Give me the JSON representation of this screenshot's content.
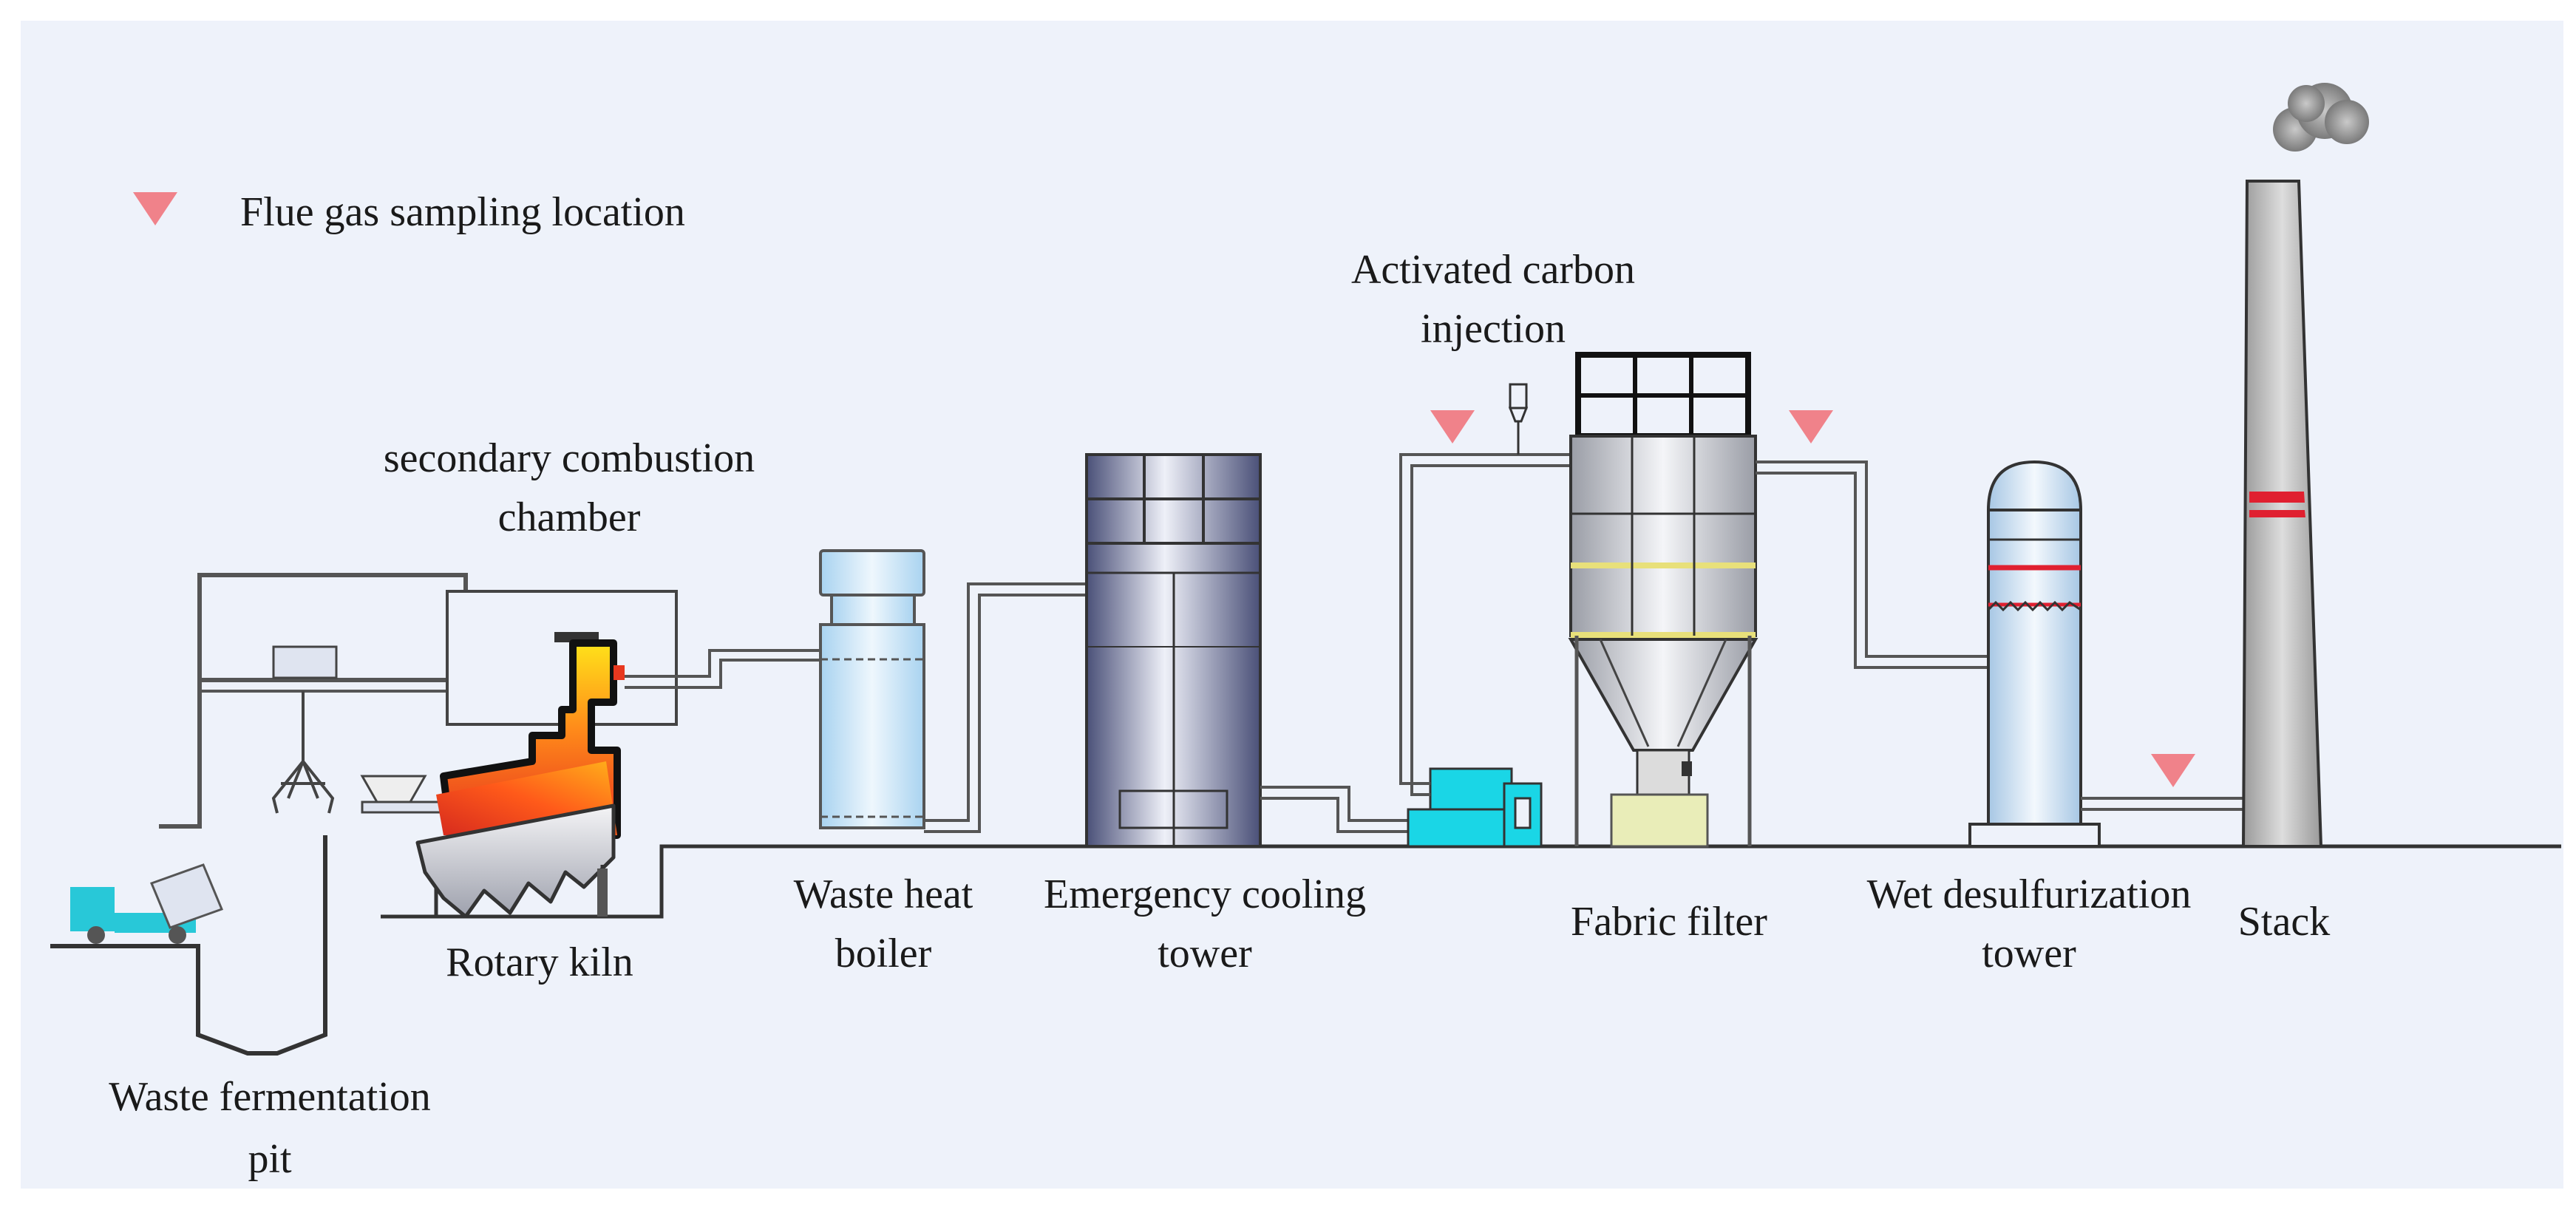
{
  "legend": {
    "marker_label": "Flue gas sampling location",
    "marker_color": "#f0828a"
  },
  "labels": {
    "pit": [
      "Waste fermentation",
      "pit"
    ],
    "secondary_chamber": [
      "secondary combustion",
      "chamber"
    ],
    "rotary_kiln": [
      "Rotary kiln"
    ],
    "boiler": [
      "Waste heat",
      "boiler"
    ],
    "cooling_tower": [
      "Emergency cooling",
      "tower"
    ],
    "carbon_injection": [
      "Activated carbon",
      "injection"
    ],
    "fabric_filter": [
      "Fabric filter"
    ],
    "desulfurization": [
      "Wet desulfurization",
      "tower"
    ],
    "stack": [
      "Stack"
    ]
  },
  "colors": {
    "background": "#eef2fa",
    "outline": "#3a3a3a",
    "flame_hot": "#ffd21a",
    "flame_mid": "#ff7a1a",
    "flame_base": "#e8381f",
    "cyan_unit": "#1ad6e6",
    "steel_light": "#dfe4f0",
    "steel_dark": "#5a6088",
    "boiler_blue": "#cfe6f8",
    "stack_gray": "#b9b9b9",
    "stack_band": "#e02030",
    "filter_base": "#e9edb8",
    "truck_cyan": "#28c8d8"
  }
}
